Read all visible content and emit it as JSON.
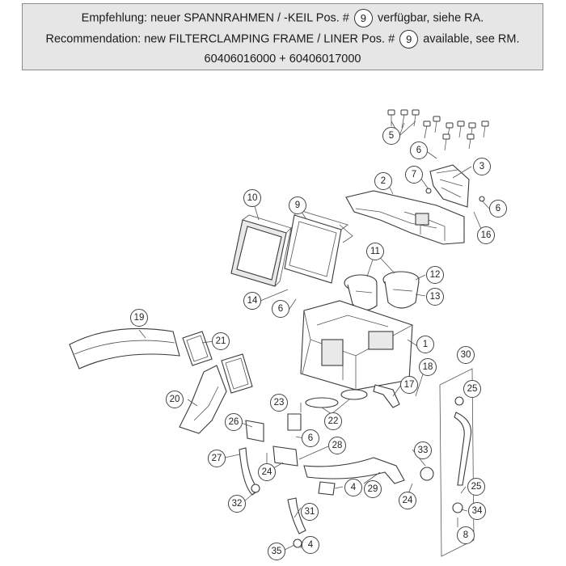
{
  "notice": {
    "line1_pre": "Empfehlung: neuer SPANNRAHMEN / -KEIL Pos. #",
    "line1_pos": "9",
    "line1_post": "verfügbar, siehe RA.",
    "line2_pre": "Recommendation: new FILTERCLAMPING FRAME / LINER Pos. #",
    "line2_pos": "9",
    "line2_post": "available, see RM.",
    "line3": "60406016000 + 60406017000"
  },
  "callouts": [
    "5",
    "6",
    "3",
    "2",
    "7",
    "6",
    "16",
    "10",
    "9",
    "11",
    "12",
    "13",
    "14",
    "6",
    "19",
    "1",
    "21",
    "30",
    "18",
    "25",
    "17",
    "20",
    "23",
    "22",
    "26",
    "6",
    "28",
    "33",
    "27",
    "24",
    "4",
    "29",
    "24",
    "32",
    "25",
    "31",
    "34",
    "35",
    "4",
    "8"
  ],
  "colors": {
    "notice_bg": "#e6e6e6",
    "line": "#3a3a3a"
  }
}
